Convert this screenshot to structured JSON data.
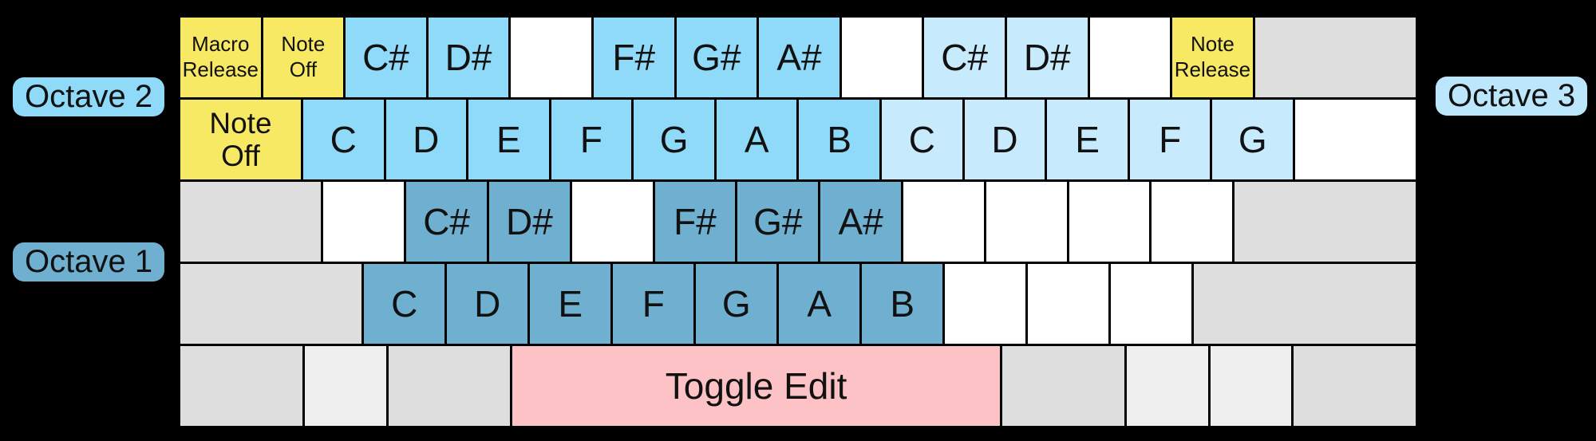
{
  "palette": {
    "background": "#000000",
    "key_border": "#000000",
    "text": "#111111",
    "octave1_blue": "#6FAFD0",
    "octave2_blue": "#8EDAF8",
    "octave3_blue": "#C7EAFC",
    "octave3_pill_blue": "#BCE6FB",
    "function_yellow": "#F8E964",
    "blank_white": "#FFFFFF",
    "gray": "#DEDEDE",
    "gray_light": "#EFEFEF",
    "edit_pink": "#FCC2C5"
  },
  "octave_labels": {
    "octave1": "Octave 1",
    "octave2": "Octave 2",
    "octave3": "Octave 3"
  },
  "keyboard": {
    "rows": [
      {
        "name": "row-number",
        "keys": [
          {
            "name": "key-macro-release",
            "color": "function_yellow",
            "units": 1,
            "size": "small",
            "lines": [
              "Macro",
              "Release"
            ]
          },
          {
            "name": "key-note-off-small",
            "color": "function_yellow",
            "units": 1,
            "size": "small",
            "lines": [
              "Note",
              "Off"
            ]
          },
          {
            "name": "key-csharp-oct2",
            "color": "octave2_blue",
            "units": 1,
            "size": "large",
            "lines": [
              "C#"
            ]
          },
          {
            "name": "key-dsharp-oct2",
            "color": "octave2_blue",
            "units": 1,
            "size": "large",
            "lines": [
              "D#"
            ]
          },
          {
            "name": "key-blank",
            "color": "blank_white",
            "units": 1,
            "size": "large",
            "lines": []
          },
          {
            "name": "key-fsharp-oct2",
            "color": "octave2_blue",
            "units": 1,
            "size": "large",
            "lines": [
              "F#"
            ]
          },
          {
            "name": "key-gsharp-oct2",
            "color": "octave2_blue",
            "units": 1,
            "size": "large",
            "lines": [
              "G#"
            ]
          },
          {
            "name": "key-asharp-oct2",
            "color": "octave2_blue",
            "units": 1,
            "size": "large",
            "lines": [
              "A#"
            ]
          },
          {
            "name": "key-blank",
            "color": "blank_white",
            "units": 1,
            "size": "large",
            "lines": []
          },
          {
            "name": "key-csharp-oct3",
            "color": "octave3_blue",
            "units": 1,
            "size": "large",
            "lines": [
              "C#"
            ]
          },
          {
            "name": "key-dsharp-oct3",
            "color": "octave3_blue",
            "units": 1,
            "size": "large",
            "lines": [
              "D#"
            ]
          },
          {
            "name": "key-blank",
            "color": "blank_white",
            "units": 1,
            "size": "large",
            "lines": []
          },
          {
            "name": "key-note-release",
            "color": "function_yellow",
            "units": 1,
            "size": "small",
            "lines": [
              "Note",
              "Release"
            ]
          },
          {
            "name": "key-gray-wide",
            "color": "gray",
            "units": 2,
            "size": "large",
            "lines": []
          }
        ]
      },
      {
        "name": "row-upper",
        "keys": [
          {
            "name": "key-note-off",
            "color": "function_yellow",
            "units": 1.5,
            "size": "medium",
            "lines": [
              "Note",
              "Off"
            ]
          },
          {
            "name": "key-c-oct2",
            "color": "octave2_blue",
            "units": 1,
            "size": "large",
            "lines": [
              "C"
            ]
          },
          {
            "name": "key-d-oct2",
            "color": "octave2_blue",
            "units": 1,
            "size": "large",
            "lines": [
              "D"
            ]
          },
          {
            "name": "key-e-oct2",
            "color": "octave2_blue",
            "units": 1,
            "size": "large",
            "lines": [
              "E"
            ]
          },
          {
            "name": "key-f-oct2",
            "color": "octave2_blue",
            "units": 1,
            "size": "large",
            "lines": [
              "F"
            ]
          },
          {
            "name": "key-g-oct2",
            "color": "octave2_blue",
            "units": 1,
            "size": "large",
            "lines": [
              "G"
            ]
          },
          {
            "name": "key-a-oct2",
            "color": "octave2_blue",
            "units": 1,
            "size": "large",
            "lines": [
              "A"
            ]
          },
          {
            "name": "key-b-oct2",
            "color": "octave2_blue",
            "units": 1,
            "size": "large",
            "lines": [
              "B"
            ]
          },
          {
            "name": "key-c-oct3",
            "color": "octave3_blue",
            "units": 1,
            "size": "large",
            "lines": [
              "C"
            ]
          },
          {
            "name": "key-d-oct3",
            "color": "octave3_blue",
            "units": 1,
            "size": "large",
            "lines": [
              "D"
            ]
          },
          {
            "name": "key-e-oct3",
            "color": "octave3_blue",
            "units": 1,
            "size": "large",
            "lines": [
              "E"
            ]
          },
          {
            "name": "key-f-oct3",
            "color": "octave3_blue",
            "units": 1,
            "size": "large",
            "lines": [
              "F"
            ]
          },
          {
            "name": "key-g-oct3",
            "color": "octave3_blue",
            "units": 1,
            "size": "large",
            "lines": [
              "G"
            ]
          },
          {
            "name": "key-blank-wide",
            "color": "blank_white",
            "units": 1.5,
            "size": "large",
            "lines": []
          }
        ]
      },
      {
        "name": "row-home",
        "keys": [
          {
            "name": "key-gray-wide",
            "color": "gray",
            "units": 1.75,
            "size": "large",
            "lines": []
          },
          {
            "name": "key-blank",
            "color": "blank_white",
            "units": 1,
            "size": "large",
            "lines": []
          },
          {
            "name": "key-csharp-oct1",
            "color": "octave1_blue",
            "units": 1,
            "size": "large",
            "lines": [
              "C#"
            ]
          },
          {
            "name": "key-dsharp-oct1",
            "color": "octave1_blue",
            "units": 1,
            "size": "large",
            "lines": [
              "D#"
            ]
          },
          {
            "name": "key-blank",
            "color": "blank_white",
            "units": 1,
            "size": "large",
            "lines": []
          },
          {
            "name": "key-fsharp-oct1",
            "color": "octave1_blue",
            "units": 1,
            "size": "large",
            "lines": [
              "F#"
            ]
          },
          {
            "name": "key-gsharp-oct1",
            "color": "octave1_blue",
            "units": 1,
            "size": "large",
            "lines": [
              "G#"
            ]
          },
          {
            "name": "key-asharp-oct1",
            "color": "octave1_blue",
            "units": 1,
            "size": "large",
            "lines": [
              "A#"
            ]
          },
          {
            "name": "key-blank",
            "color": "blank_white",
            "units": 1,
            "size": "large",
            "lines": []
          },
          {
            "name": "key-blank",
            "color": "blank_white",
            "units": 1,
            "size": "large",
            "lines": []
          },
          {
            "name": "key-blank",
            "color": "blank_white",
            "units": 1,
            "size": "large",
            "lines": []
          },
          {
            "name": "key-blank",
            "color": "blank_white",
            "units": 1,
            "size": "large",
            "lines": []
          },
          {
            "name": "key-gray-wide",
            "color": "gray",
            "units": 2.25,
            "size": "large",
            "lines": []
          }
        ]
      },
      {
        "name": "row-lower",
        "keys": [
          {
            "name": "key-gray-wide",
            "color": "gray",
            "units": 2.25,
            "size": "large",
            "lines": []
          },
          {
            "name": "key-c-oct1",
            "color": "octave1_blue",
            "units": 1,
            "size": "large",
            "lines": [
              "C"
            ]
          },
          {
            "name": "key-d-oct1",
            "color": "octave1_blue",
            "units": 1,
            "size": "large",
            "lines": [
              "D"
            ]
          },
          {
            "name": "key-e-oct1",
            "color": "octave1_blue",
            "units": 1,
            "size": "large",
            "lines": [
              "E"
            ]
          },
          {
            "name": "key-f-oct1",
            "color": "octave1_blue",
            "units": 1,
            "size": "large",
            "lines": [
              "F"
            ]
          },
          {
            "name": "key-g-oct1",
            "color": "octave1_blue",
            "units": 1,
            "size": "large",
            "lines": [
              "G"
            ]
          },
          {
            "name": "key-a-oct1",
            "color": "octave1_blue",
            "units": 1,
            "size": "large",
            "lines": [
              "A"
            ]
          },
          {
            "name": "key-b-oct1",
            "color": "octave1_blue",
            "units": 1,
            "size": "large",
            "lines": [
              "B"
            ]
          },
          {
            "name": "key-blank",
            "color": "blank_white",
            "units": 1,
            "size": "large",
            "lines": []
          },
          {
            "name": "key-blank",
            "color": "blank_white",
            "units": 1,
            "size": "large",
            "lines": []
          },
          {
            "name": "key-blank",
            "color": "blank_white",
            "units": 1,
            "size": "large",
            "lines": []
          },
          {
            "name": "key-gray-wide",
            "color": "gray",
            "units": 2.75,
            "size": "large",
            "lines": []
          }
        ]
      },
      {
        "name": "row-bottom",
        "keys": [
          {
            "name": "key-gray-wide",
            "color": "gray",
            "units": 1.5,
            "size": "large",
            "lines": []
          },
          {
            "name": "key-gray-light",
            "color": "gray_light",
            "units": 1,
            "size": "large",
            "lines": []
          },
          {
            "name": "key-gray-wide",
            "color": "gray",
            "units": 1.5,
            "size": "large",
            "lines": []
          },
          {
            "name": "key-toggle-edit",
            "color": "edit_pink",
            "units": 6,
            "size": "large",
            "lines": [
              "Toggle Edit"
            ]
          },
          {
            "name": "key-gray-wide",
            "color": "gray",
            "units": 1.5,
            "size": "large",
            "lines": []
          },
          {
            "name": "key-gray-light",
            "color": "gray_light",
            "units": 1,
            "size": "large",
            "lines": []
          },
          {
            "name": "key-gray-light",
            "color": "gray_light",
            "units": 1,
            "size": "large",
            "lines": []
          },
          {
            "name": "key-gray-wide",
            "color": "gray",
            "units": 1.5,
            "size": "large",
            "lines": []
          }
        ]
      }
    ]
  }
}
